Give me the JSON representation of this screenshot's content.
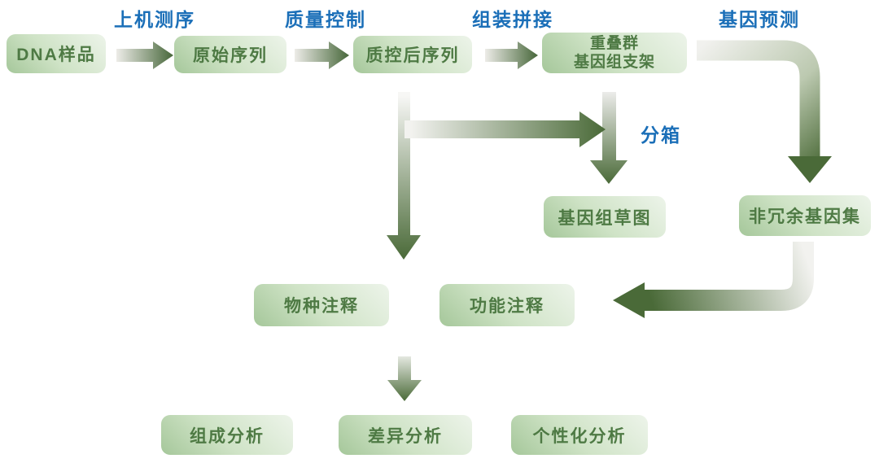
{
  "diagram": {
    "nodes": {
      "dna_sample": "DNA样品",
      "raw_reads": "原始序列",
      "clean_reads": "质控后序列",
      "contigs_line1": "重叠群",
      "contigs_line2": "基因组支架",
      "draft_genome": "基因组草图",
      "nr_gene_set": "非冗余基因集",
      "taxonomy_annotation": "物种注释",
      "function_annotation": "功能注释",
      "composition_analysis": "组成分析",
      "difference_analysis": "差异分析",
      "personalized_analysis": "个性化分析"
    },
    "step_labels": {
      "sequencing": "上机测序",
      "quality_control": "质量控制",
      "assembly": "组装拼接",
      "gene_prediction": "基因预测",
      "binning": "分箱"
    },
    "colors": {
      "step_label_blue": "#1b6fb8",
      "node_text_green": "#4e7a44",
      "node_gradient_dark": "#a5c79a",
      "node_gradient_light": "#edf4ea",
      "arrow_dark_green": "#4a6a38",
      "arrow_light": "#f0efec",
      "background": "#ffffff"
    }
  }
}
